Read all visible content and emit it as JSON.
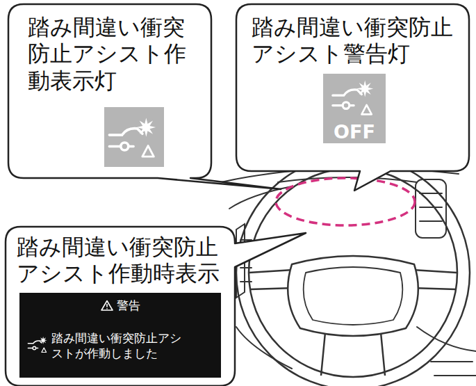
{
  "diagram": {
    "nodes": [
      {
        "text": [
          "踏み間違い衝突防止アシスト作動表示灯"
        ]
      },
      {
        "text": [
          "踏み間違い衝突防止アシスト警告灯"
        ]
      },
      {
        "text": [
          "OFF"
        ],
        "in": 1
      },
      {
        "text": [
          "踏み間違い衝突防止アシスト作動時表示"
        ]
      },
      {
        "text": [
          "警告",
          "踏み間違い衝突防止アシストが作動しました"
        ],
        "in": 3
      }
    ]
  }
}
